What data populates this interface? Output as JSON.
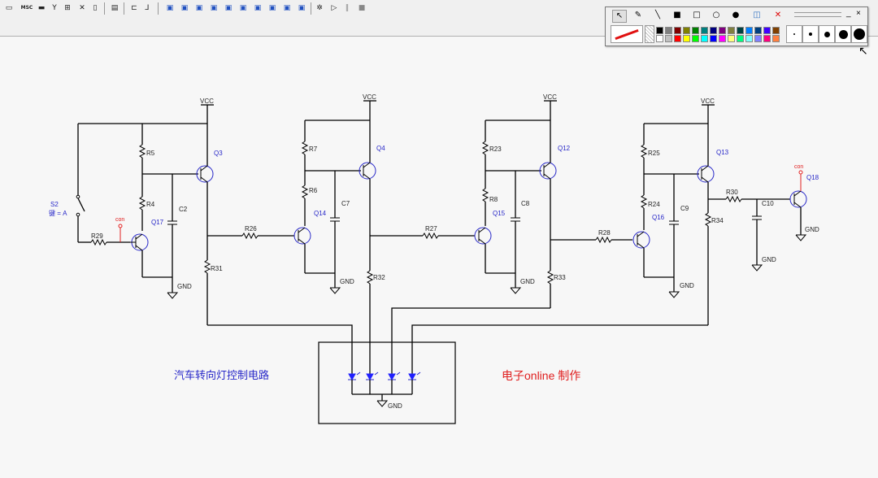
{
  "toolbar": {
    "misc_label": "MSC",
    "icons": [
      "new-icon",
      "open-icon",
      "misc-icon",
      "save-icon",
      "antenna-icon",
      "grid-icon",
      "pointer-icon",
      "probe-icon",
      "tape-icon",
      "netlist-icon",
      "step-icon",
      "component-1-icon",
      "component-2-icon",
      "component-3-icon",
      "component-4-icon",
      "component-5-icon",
      "component-6-icon",
      "component-7-icon",
      "component-8-icon",
      "component-9-icon",
      "simulate-gear-icon",
      "run-icon",
      "pause-icon",
      "stop-icon"
    ]
  },
  "palette": {
    "tools": [
      "cursor-icon",
      "pencil-icon",
      "line-icon",
      "filled-rect-icon",
      "rect-icon",
      "ellipse-icon",
      "filled-ellipse-icon",
      "eraser-icon",
      "clear-icon"
    ],
    "colors": [
      "#000000",
      "#808080",
      "#800000",
      "#808000",
      "#008000",
      "#008080",
      "#000080",
      "#800080",
      "#808040",
      "#004040",
      "#0080ff",
      "#004080",
      "#4000ff",
      "#804000",
      "#ffffff",
      "#c0c0c0",
      "#ff0000",
      "#ffff00",
      "#00ff00",
      "#00ffff",
      "#0000ff",
      "#ff00ff",
      "#ffff80",
      "#00ff80",
      "#80ffff",
      "#8080ff",
      "#ff0080",
      "#ff8040"
    ],
    "pen_sizes": [
      "size-1",
      "size-2",
      "size-3",
      "size-4",
      "size-5"
    ],
    "current_color": "#e01010"
  },
  "schematic": {
    "title_cn": "汽车转向灯控制电路",
    "credit": "电子online 制作",
    "switch_name": "S2",
    "switch_key": "键 = A",
    "probe_label": "con",
    "gnd": "GND",
    "vcc": "VCC",
    "labels": {
      "R5": "R5",
      "R4": "R4",
      "R29": "R29",
      "R31": "R31",
      "R26": "R26",
      "R7": "R7",
      "R6": "R6",
      "R32": "R32",
      "R27": "R27",
      "R23": "R23",
      "R8": "R8",
      "R33": "R33",
      "R28": "R28",
      "R25": "R25",
      "R24": "R24",
      "R30": "R30",
      "R34": "R34",
      "C2": "C2",
      "C7": "C7",
      "C8": "C8",
      "C9": "C9",
      "C10": "C10",
      "Q3": "Q3",
      "Q17": "Q17",
      "Q4": "Q4",
      "Q14": "Q14",
      "Q12": "Q12",
      "Q15": "Q15",
      "Q13": "Q13",
      "Q16": "Q16",
      "Q18": "Q18"
    }
  }
}
